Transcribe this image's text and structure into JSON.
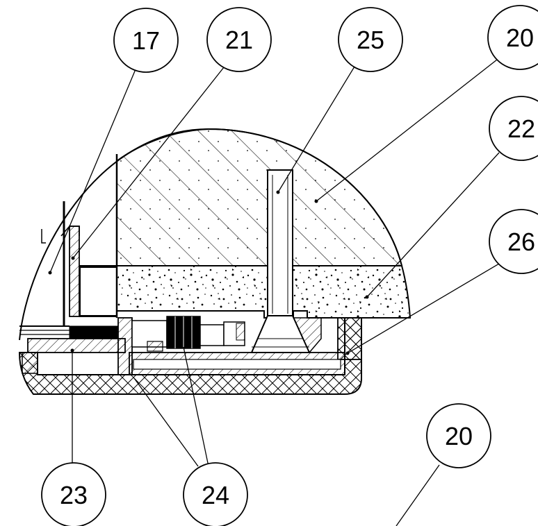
{
  "callouts": {
    "c17": "17",
    "c21": "21",
    "c25": "25",
    "c20_top": "20",
    "c22": "22",
    "c26": "26",
    "c20_bottom": "20",
    "c23": "23",
    "c24": "24"
  }
}
